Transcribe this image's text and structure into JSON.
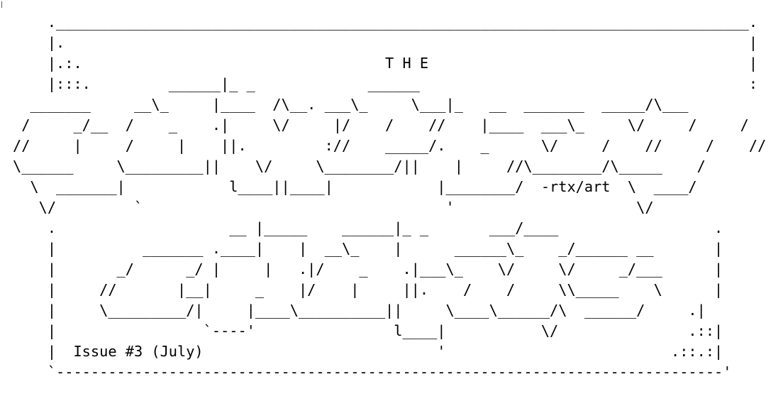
{
  "colors": {
    "background": "#ffffff",
    "text": "#000000"
  },
  "art": {
    "heading": "T H E",
    "credit": "-rtx/art",
    "issue": "Issue #3 (July)",
    "lines": [
      "    .________________________________________________________________________________.",
      "    |.                                                                               |",
      "    |.:.                                   T H E                                     |",
      "    |:::.         ______|_ _             ______                                      :",
      "  _______     __\\_     |____  /\\__. ___\\_     \\___|_   __  _______  _____/\\___",
      " /     _/__  /    _    .|     \\/     |/    /    //    |____  ___\\_     \\/     /     /",
      "//     |     /     |    ||.         ://    _____/.    _      \\/     /    //     /    //",
      "\\______     \\_________||    \\/     \\________/||    |     //\\________/\\_____    /",
      "  \\  _______|            l____||____|            |________/  -rtx/art  \\  ____/",
      "   \\/         `                                   '                     \\/",
      "    .                    __ |_____    ______|_ _       ___/____                  .",
      "    |          _______ .____|    |  __\\_    |      ______\\_    _/______ __       |",
      "    |       _/      _/ |     |   .|/    _    .|___\\_    \\/     \\/     _/___      |",
      "    |     //       |__|     _    |/    |     ||.    /    /     \\\\_____    \\      |",
      "    |     \\_________/|     |____\\__________||     \\____\\______/\\  ______/     .|",
      "    |                 `----'                l____|           \\/               .::|",
      "    |  Issue #3 (July)                           '                          .::.:|",
      "    `-----------------------------------------------------------------------------'"
    ]
  }
}
